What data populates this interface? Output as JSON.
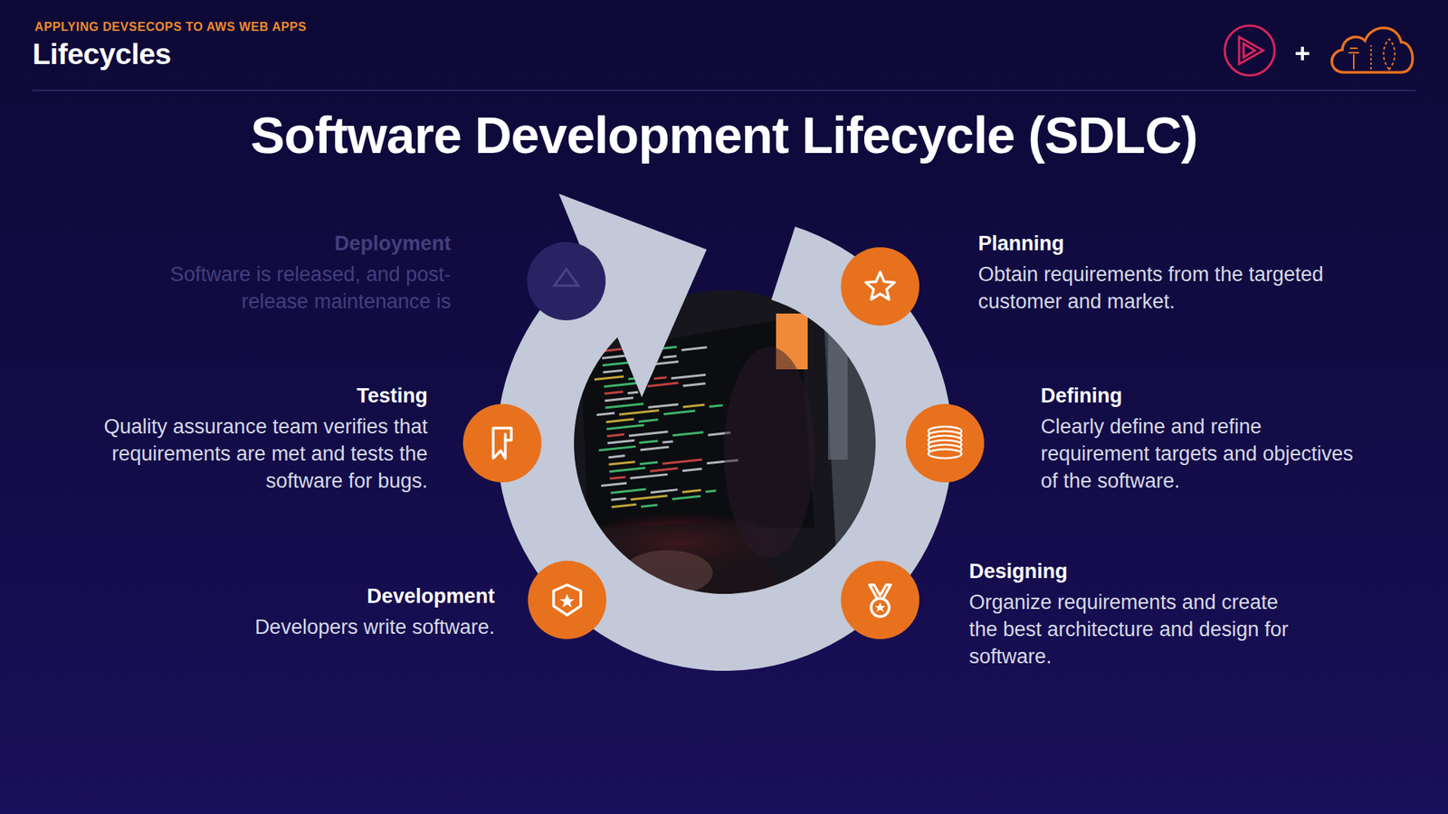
{
  "diagram": {
    "title": "Software Development Lifecycle (SDLC)",
    "nodes": [
      {
        "text": [
          "Planning",
          "Obtain requirements from the targeted customer and market."
        ]
      },
      {
        "text": [
          "Defining",
          "Clearly define and refine requirement targets and objectives of the software."
        ]
      },
      {
        "text": [
          "Designing",
          "Organize requirements and create the best architecture and design for software."
        ]
      },
      {
        "text": [
          "Development",
          "Developers write software."
        ]
      },
      {
        "text": [
          "Testing",
          "Quality assurance team verifies that requirements are met and tests the software for bugs."
        ]
      },
      {
        "text": [
          "Deployment",
          "Software is released, and post-release maintenance is"
        ]
      }
    ],
    "labels": [
      "APPLYING DEVSECOPS TO AWS WEB APPS",
      "Lifecycles"
    ]
  }
}
